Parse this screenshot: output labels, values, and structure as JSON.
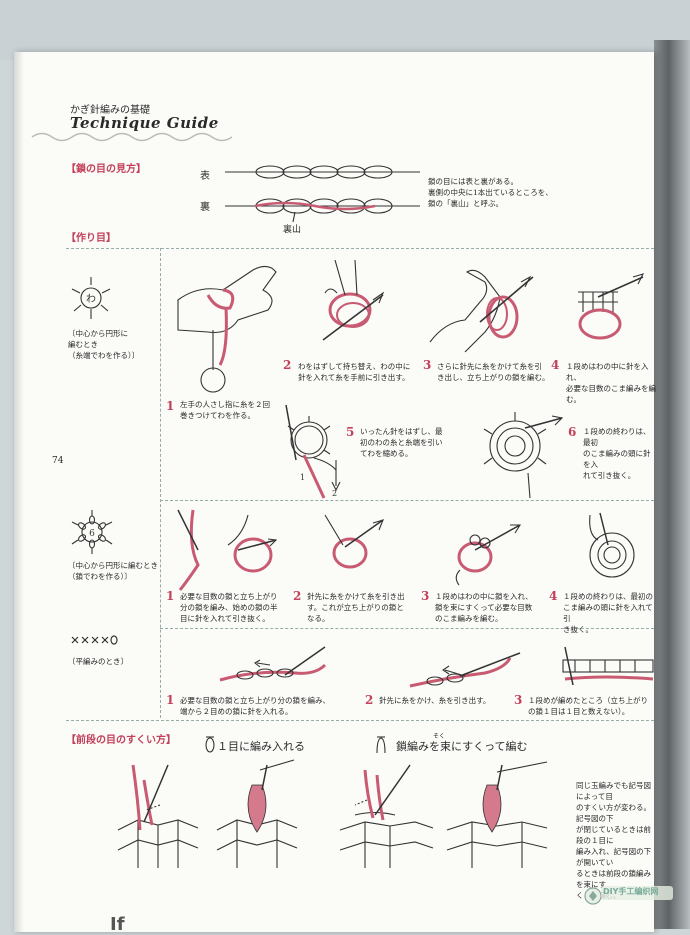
{
  "header": {
    "jp": "かぎ針編みの基礎",
    "en": "Technique Guide"
  },
  "page_number": "74",
  "sections": {
    "chain_view": {
      "title": "【鎖の目の見方】",
      "front_label": "表",
      "back_label": "裏",
      "back_hump_label": "裏山",
      "note": "鎖の目には表と裏がある。\n裏側の中央に1本出ているところを、\n鎖の「裏山」と呼ぶ。"
    },
    "foundation": {
      "title": "【作り目】",
      "ring_label": "〔中心から円形に\n編むとき\n（糸端でわを作る）〕",
      "ring_symbol": "わ",
      "steps": [
        {
          "num": "1",
          "text": "左手の人さし指に糸を２回\n巻きつけてわを作る。"
        },
        {
          "num": "2",
          "text": "わをはずして持ち替え、わの中に\n針を入れて糸を手前に引き出す。"
        },
        {
          "num": "3",
          "text": "さらに針先に糸をかけて糸を引\nき出し、立ち上がりの鎖を編む。"
        },
        {
          "num": "4",
          "text": "１段めはわの中に針を入れ、\n必要な目数のこま編みを編む。"
        },
        {
          "num": "5",
          "text": "いったん針をはずし、最\n初のわの糸と糸端を引い\nてわを縮める。"
        },
        {
          "num": "6",
          "text": "１段めの終わりは、最初\nのこま編みの頭に針を入\nれて引き抜く。"
        }
      ],
      "pull_labels": [
        "1",
        "2"
      ]
    },
    "chain_ring": {
      "label": "〔中心から円形に編むとき\n（鎖でわを作る）〕",
      "ring_symbol": "6",
      "steps": [
        {
          "num": "1",
          "text": "必要な目数の鎖と立ち上がり\n分の鎖を編み、始めの鎖の半\n目に針を入れて引き抜く。"
        },
        {
          "num": "2",
          "text": "針先に糸をかけて糸を引き出\nす。これが立ち上がりの鎖と\nなる。"
        },
        {
          "num": "3",
          "text": "１段めはわの中に鎖を入れ、\n鎖を束にすくって必要な目数\nのこま編みを編む。"
        },
        {
          "num": "4",
          "text": "１段めの終わりは、最初の\nこま編みの頭に針を入れて引\nき抜く。"
        }
      ]
    },
    "flat": {
      "label": "〔平編みのとき〕",
      "steps": [
        {
          "num": "1",
          "text": "必要な目数の鎖と立ち上がり分の鎖を編み、\n端から２目めの鎖に針を入れる。"
        },
        {
          "num": "2",
          "text": "針先に糸をかけ、糸を引き出す。"
        },
        {
          "num": "3",
          "text": "１段めが編めたところ（立ち上がり\nの鎖１目は１目と数えない）。"
        }
      ]
    },
    "prev_row": {
      "title": "【前段の目のすくい方】",
      "caption_a": "１目に編み入れる",
      "caption_b": "鎖編みを束にすくって編む",
      "ruby": "そく",
      "note": "同じ玉編みでも記号図によって目\nのすくい方が変わる。記号図の下\nが閉じているときは前段の１目に\n編み入れ、記号図の下が開いてい\nるときは前段の鎖編みを束にす\nくって編む。"
    }
  },
  "watermark": "DIY手工编织网",
  "bleed_text": "If",
  "colors": {
    "accent": "#c2405a",
    "yarn": "#d47a8c",
    "page": "#fbfbf8"
  }
}
